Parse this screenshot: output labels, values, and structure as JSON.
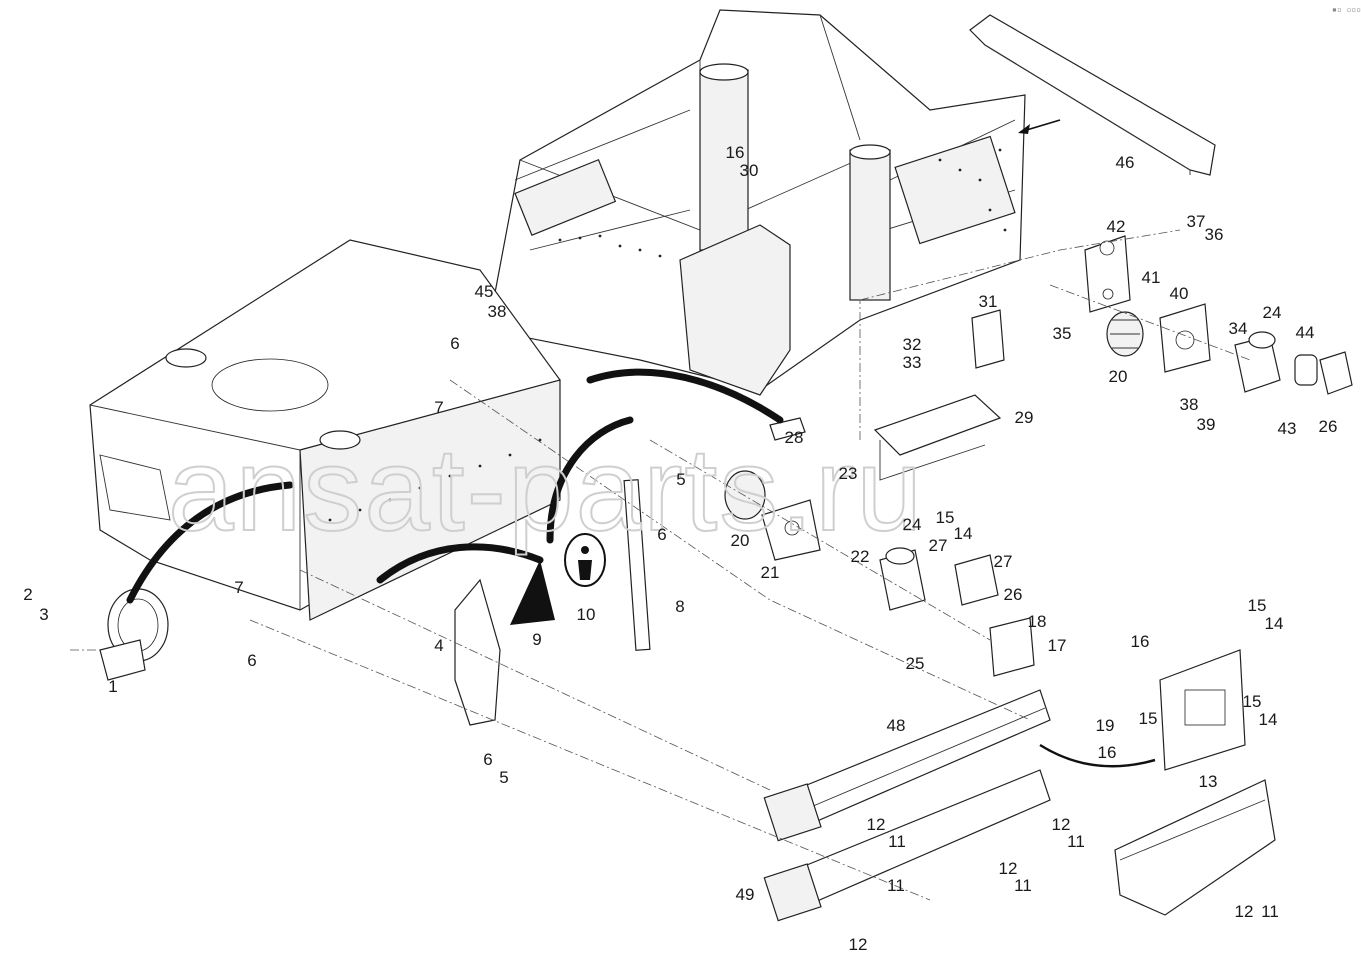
{
  "watermark": "ansat-parts.ru",
  "corner_mark": "▪▫ ▫▫▫",
  "callouts": [
    {
      "id": "c1",
      "text": "1"
    },
    {
      "id": "c2",
      "text": "2"
    },
    {
      "id": "c3",
      "text": "3"
    },
    {
      "id": "c4",
      "text": "4"
    },
    {
      "id": "c5a",
      "text": "5"
    },
    {
      "id": "c5b",
      "text": "5"
    },
    {
      "id": "c6a",
      "text": "6"
    },
    {
      "id": "c6b",
      "text": "6"
    },
    {
      "id": "c6c",
      "text": "6"
    },
    {
      "id": "c6d",
      "text": "6"
    },
    {
      "id": "c7a",
      "text": "7"
    },
    {
      "id": "c7b",
      "text": "7"
    },
    {
      "id": "c8",
      "text": "8"
    },
    {
      "id": "c9",
      "text": "9"
    },
    {
      "id": "c10",
      "text": "10"
    },
    {
      "id": "c11a",
      "text": "11"
    },
    {
      "id": "c11b",
      "text": "11"
    },
    {
      "id": "c11c",
      "text": "11"
    },
    {
      "id": "c11d",
      "text": "11"
    },
    {
      "id": "c11e",
      "text": "11"
    },
    {
      "id": "c11f",
      "text": "11"
    },
    {
      "id": "c12a",
      "text": "12"
    },
    {
      "id": "c12b",
      "text": "12"
    },
    {
      "id": "c12c",
      "text": "12"
    },
    {
      "id": "c12d",
      "text": "12"
    },
    {
      "id": "c12e",
      "text": "12"
    },
    {
      "id": "c12f",
      "text": "12"
    },
    {
      "id": "c13",
      "text": "13"
    },
    {
      "id": "c14a",
      "text": "14"
    },
    {
      "id": "c14b",
      "text": "14"
    },
    {
      "id": "c14c",
      "text": "14"
    },
    {
      "id": "c15a",
      "text": "15"
    },
    {
      "id": "c15b",
      "text": "15"
    },
    {
      "id": "c15c",
      "text": "15"
    },
    {
      "id": "c15d",
      "text": "15"
    },
    {
      "id": "c16a",
      "text": "16"
    },
    {
      "id": "c16b",
      "text": "16"
    },
    {
      "id": "c16c",
      "text": "16"
    },
    {
      "id": "c17",
      "text": "17"
    },
    {
      "id": "c18",
      "text": "18"
    },
    {
      "id": "c19",
      "text": "19"
    },
    {
      "id": "c20a",
      "text": "20"
    },
    {
      "id": "c20b",
      "text": "20"
    },
    {
      "id": "c21",
      "text": "21"
    },
    {
      "id": "c22",
      "text": "22"
    },
    {
      "id": "c23",
      "text": "23"
    },
    {
      "id": "c24a",
      "text": "24"
    },
    {
      "id": "c24b",
      "text": "24"
    },
    {
      "id": "c25",
      "text": "25"
    },
    {
      "id": "c26a",
      "text": "26"
    },
    {
      "id": "c26b",
      "text": "26"
    },
    {
      "id": "c27a",
      "text": "27"
    },
    {
      "id": "c27b",
      "text": "27"
    },
    {
      "id": "c28",
      "text": "28"
    },
    {
      "id": "c29",
      "text": "29"
    },
    {
      "id": "c30",
      "text": "30"
    },
    {
      "id": "c31",
      "text": "31"
    },
    {
      "id": "c32",
      "text": "32"
    },
    {
      "id": "c33",
      "text": "33"
    },
    {
      "id": "c34",
      "text": "34"
    },
    {
      "id": "c35",
      "text": "35"
    },
    {
      "id": "c36",
      "text": "36"
    },
    {
      "id": "c37",
      "text": "37"
    },
    {
      "id": "c38a",
      "text": "38"
    },
    {
      "id": "c38b",
      "text": "38"
    },
    {
      "id": "c39",
      "text": "39"
    },
    {
      "id": "c40",
      "text": "40"
    },
    {
      "id": "c41",
      "text": "41"
    },
    {
      "id": "c42",
      "text": "42"
    },
    {
      "id": "c43",
      "text": "43"
    },
    {
      "id": "c44",
      "text": "44"
    },
    {
      "id": "c45",
      "text": "45"
    },
    {
      "id": "c46",
      "text": "46"
    },
    {
      "id": "c48",
      "text": "48"
    },
    {
      "id": "c49",
      "text": "49"
    }
  ]
}
